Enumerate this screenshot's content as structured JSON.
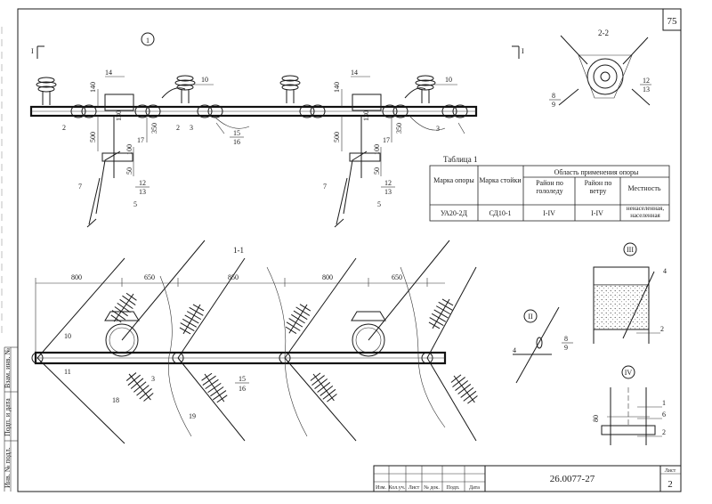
{
  "sheet": {
    "top_number": "75",
    "doc_code": "26.0077-27",
    "sheet_label": "Лист",
    "sheet_number": "2"
  },
  "side_stamp": [
    "Инв. № подл.",
    "Подп. и дата",
    "Взам. инв. №"
  ],
  "title_block_headers": [
    "Изм.",
    "Кол.уч.",
    "Лист",
    "№ док.",
    "Подп.",
    "Дата"
  ],
  "views": {
    "view1": "1",
    "section22": "2-2",
    "section11": "1-1",
    "nodeII": "II",
    "nodeIII": "III",
    "nodeIV": "IV",
    "cut_mark": "I"
  },
  "dims_top": {
    "d140": "140",
    "d500": "500",
    "d350": "350",
    "d100": "100",
    "d50": "50",
    "d130": "130"
  },
  "dims_section": {
    "d800a": "800",
    "d650a": "650",
    "d850": "850",
    "d800b": "800",
    "d650b": "650",
    "d80": "80"
  },
  "callouts": {
    "c14": "14",
    "c10": "10",
    "c2": "2",
    "c3": "3",
    "c15": "15",
    "c16": "16",
    "c17": "17",
    "c12": "12",
    "c13": "13",
    "c7": "7",
    "c5": "5",
    "c8": "8",
    "c9": "9",
    "c11": "11",
    "c18": "18",
    "c19": "19",
    "c4": "4",
    "c1": "1",
    "c6": "6"
  },
  "table1": {
    "caption": "Таблица 1",
    "h_support": "Марка опоры",
    "h_stand": "Марка стойки",
    "h_area": "Область применения опоры",
    "h_ice": "Район по гололеду",
    "h_wind": "Район по ветру",
    "h_terrain": "Местность",
    "r_support": "УА20-2Д",
    "r_stand": "СД10-1",
    "r_ice": "I-IV",
    "r_wind": "I-IV",
    "r_terrain": "ненаселенная, населенная"
  }
}
